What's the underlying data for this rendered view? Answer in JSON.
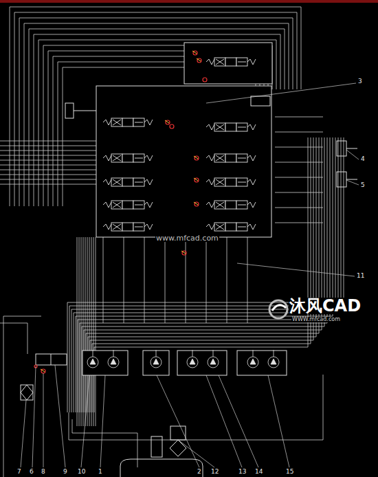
{
  "diagram": {
    "labels": [
      "3",
      "4",
      "5",
      "11",
      "www.mfcad.com",
      "沐风CAD",
      "WWW.mfcad.com",
      "7",
      "6",
      "8",
      "9",
      "10",
      "1",
      "2",
      "12",
      "13",
      "14",
      "15"
    ]
  }
}
